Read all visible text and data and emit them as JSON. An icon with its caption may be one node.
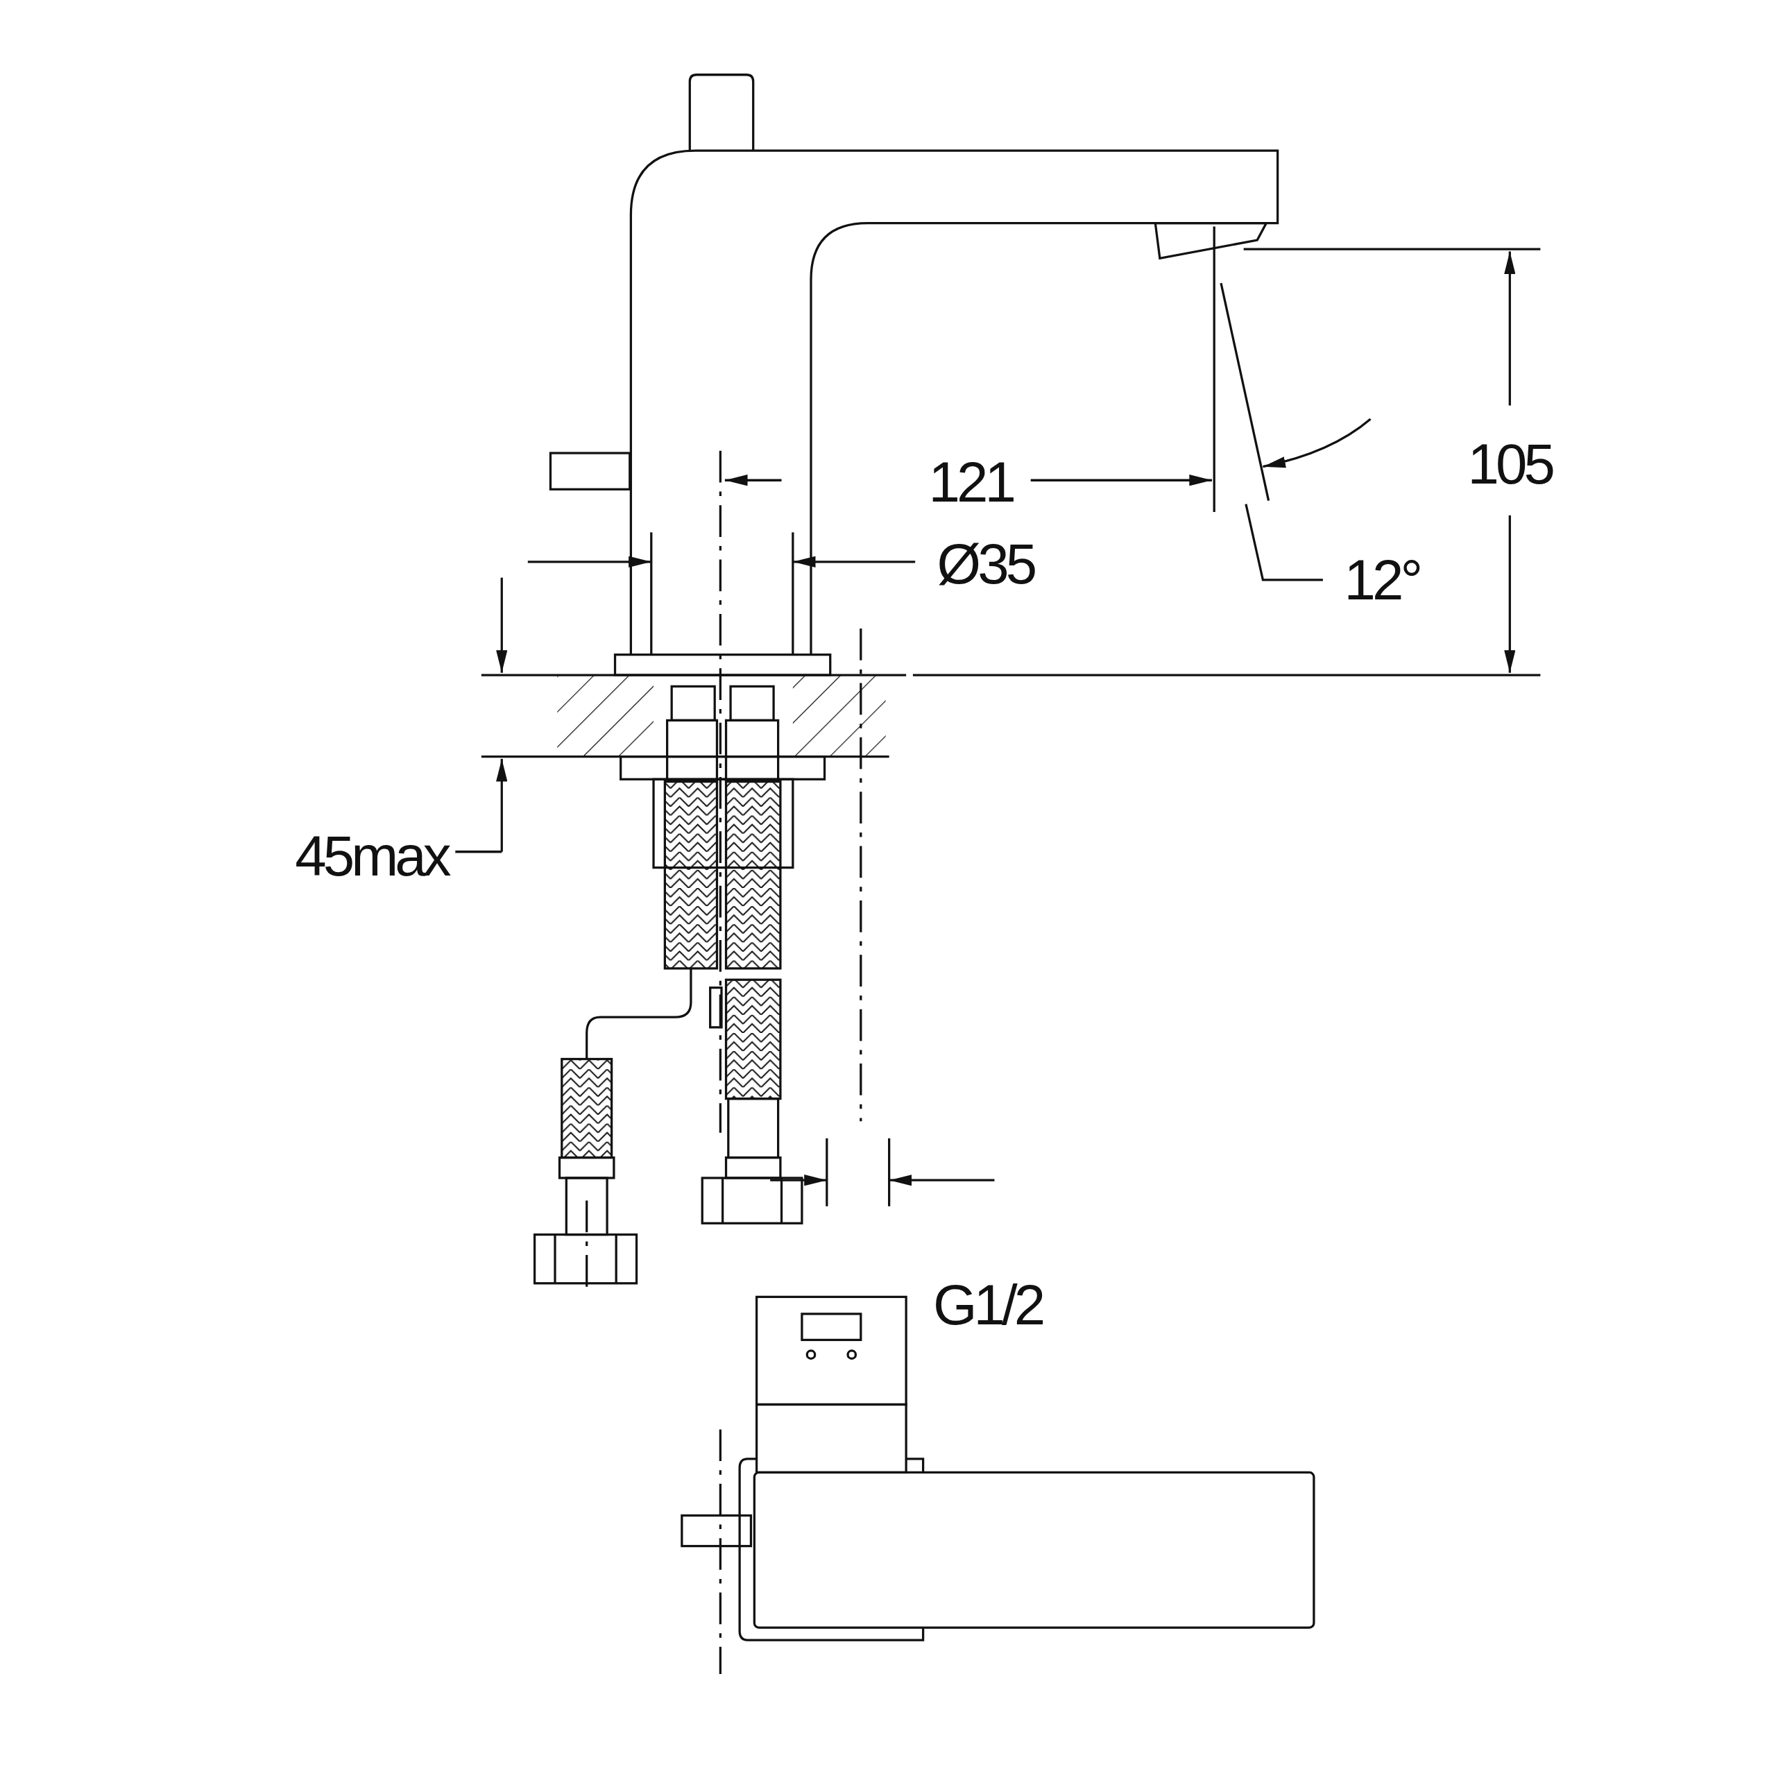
{
  "diagram": {
    "labels": [
      "121",
      "105",
      "Ø35",
      "12°",
      "45max",
      "G1/2"
    ]
  }
}
